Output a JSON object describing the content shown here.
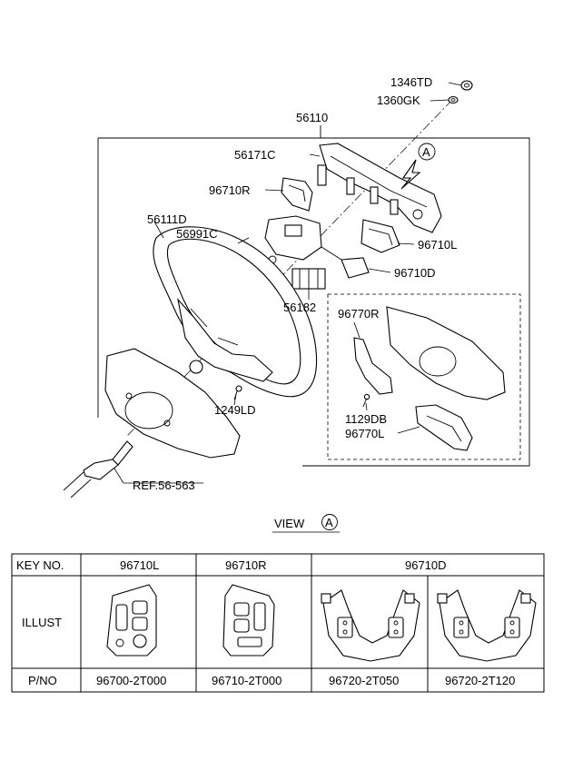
{
  "labels": {
    "p1346TD": "1346TD",
    "p1360GK": "1360GK",
    "p56110": "56110",
    "p56171C": "56171C",
    "p96710R": "96710R",
    "p56111D": "56111D",
    "p56991C": "56991C",
    "p96710L": "96710L",
    "p96710D": "96710D",
    "p56182": "56182",
    "p96770R": "96770R",
    "p1249LD": "1249LD",
    "p1129DB": "1129DB",
    "p96770L": "96770L",
    "ref": "REF.56-563",
    "view_marker": "A",
    "view_caption": "VIEW",
    "view_caption_marker": "A"
  },
  "table": {
    "header_key": "KEY NO.",
    "header_cols": [
      "96710L",
      "96710R",
      "96710D"
    ],
    "row_illust": "ILLUST",
    "row_pno": "P/NO",
    "pnos": [
      "96700-2T000",
      "96710-2T000",
      "96720-2T050",
      "96720-2T120"
    ]
  }
}
